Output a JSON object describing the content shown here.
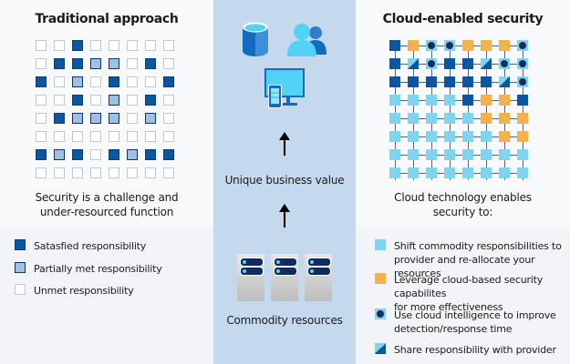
{
  "left_panel": {
    "title": "Traditional approach",
    "subtitle": "Security is a challenge and\nunder-resourced function",
    "grid": [
      [
        "U",
        "U",
        "S",
        "U",
        "U",
        "U",
        "U",
        "U"
      ],
      [
        "U",
        "S",
        "S",
        "P",
        "P",
        "U",
        "S",
        "U"
      ],
      [
        "S",
        "U",
        "P",
        "U",
        "S",
        "U",
        "U",
        "S"
      ],
      [
        "U",
        "U",
        "S",
        "U",
        "P",
        "U",
        "S",
        "U"
      ],
      [
        "U",
        "S",
        "P",
        "P",
        "P",
        "U",
        "P",
        "U"
      ],
      [
        "U",
        "U",
        "U",
        "U",
        "U",
        "U",
        "U",
        "U"
      ],
      [
        "S",
        "P",
        "S",
        "U",
        "S",
        "P",
        "S",
        "S"
      ],
      [
        "U",
        "U",
        "U",
        "U",
        "U",
        "U",
        "U",
        "U"
      ]
    ],
    "legend": [
      {
        "key": "S",
        "label": "Satasfied responsibility"
      },
      {
        "key": "P",
        "label": "Partially met responsibility"
      },
      {
        "key": "U",
        "label": "Unmet responsibility"
      }
    ]
  },
  "middle_panel": {
    "icons": [
      "database-icon",
      "users-icon",
      "monitor-phone-icon",
      "arrow-up-icon",
      "server-icon"
    ],
    "top_label": "Unique business value",
    "bottom_label": "Commodity resources"
  },
  "right_panel": {
    "title": "Cloud-enabled security",
    "subtitle": "Cloud technology enables\nsecurity to:",
    "grid": [
      [
        "S",
        "O",
        "D",
        "D",
        "O",
        "O",
        "O",
        "D"
      ],
      [
        "S",
        "H",
        "D",
        "S",
        "S",
        "H",
        "D",
        "D"
      ],
      [
        "S",
        "S",
        "S",
        "S",
        "S",
        "S",
        "H",
        "D"
      ],
      [
        "C",
        "C",
        "C",
        "C",
        "S",
        "O",
        "O",
        "S"
      ],
      [
        "C",
        "C",
        "C",
        "C",
        "C",
        "O",
        "O",
        "O"
      ],
      [
        "C",
        "C",
        "C",
        "C",
        "C",
        "C",
        "O",
        "O"
      ],
      [
        "C",
        "C",
        "C",
        "C",
        "C",
        "C",
        "C",
        "C"
      ],
      [
        "C",
        "C",
        "C",
        "C",
        "C",
        "C",
        "C",
        "C"
      ]
    ],
    "legend": [
      {
        "key": "C",
        "label": "Shift commodity responsibilities to\nprovider and re-allocate your resources"
      },
      {
        "key": "O",
        "label": "Leverage cloud-based security capabilites\nfor more effectiveness"
      },
      {
        "key": "D",
        "label": "Use cloud intelligence to improve\ndetection/response time"
      },
      {
        "key": "H",
        "label": "Share responsibility with provider"
      }
    ]
  },
  "colors": {
    "satisfied": "#0b56a1",
    "partial": "#9fc0e0",
    "unmet": "#ffffff",
    "shift_commodity": "#7fd5ee",
    "leverage_cloud": "#f8b04b",
    "intelligence_dot": "#172c5a",
    "middle_background": "#c4d9ee"
  }
}
